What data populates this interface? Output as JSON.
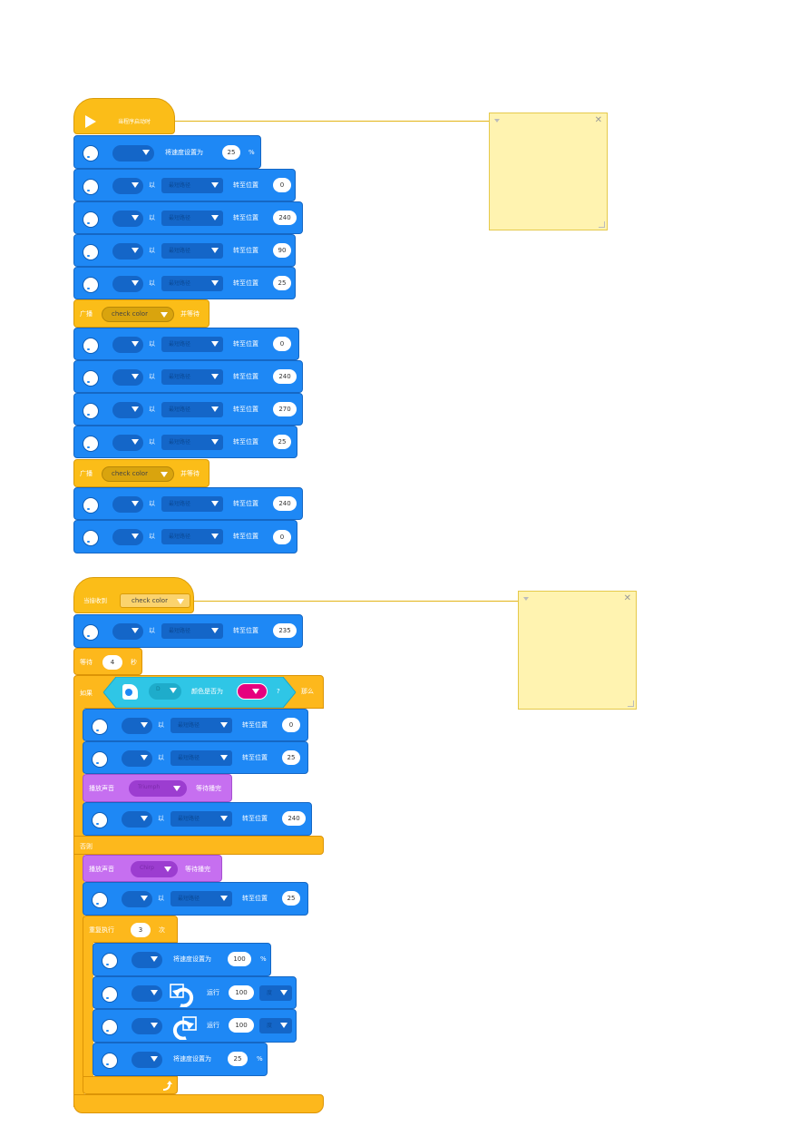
{
  "labels": {
    "when_start": "当程序启动时",
    "set_speed": "将速度设置为",
    "percent": "%",
    "to": "以",
    "goto_pos": "转至位置",
    "broadcast": "广播",
    "and_wait": "并等待",
    "when_receive": "当接收到",
    "wait": "等待",
    "seconds": "秒",
    "if": "如果",
    "color_is": "颜色是否为",
    "question": "?",
    "then": "那么",
    "else": "否则",
    "play_sound": "播放声音",
    "until_done": "等待播完",
    "repeat": "重复执行",
    "times": "次",
    "run": "运行"
  },
  "dropdowns": {
    "port": "",
    "direction": "最短路径",
    "message": "check color",
    "sensor_port": "D",
    "sound1": "Triumph",
    "sound2": "Chirp",
    "unit": "度"
  },
  "values": {
    "speed_main": "25",
    "pos_1": "0",
    "pos_2": "240",
    "pos_3": "90",
    "pos_4": "25",
    "pos_5": "0",
    "pos_6": "240",
    "pos_7": "270",
    "pos_8": "25",
    "pos_9": "240",
    "pos_10": "0",
    "pos_11": "235",
    "wait_secs": "4",
    "pos_12": "0",
    "pos_13": "25",
    "pos_14": "240",
    "pos_15": "25",
    "repeat_times": "3",
    "speed_r1": "100",
    "run_1": "100",
    "run_2": "100",
    "speed_r2": "25"
  },
  "colors": {
    "motor": "#1e88f5",
    "event": "#fbbd18",
    "control": "#fdb81c",
    "sound": "#c66ff0",
    "sensor": "#2fc6e6",
    "color_magenta": "#e6007e",
    "note": "#fff3b0"
  },
  "icons": [
    "motor-icon",
    "play-icon",
    "dropdown-arrow-icon",
    "color-sensor-icon",
    "rotate-ccw-icon",
    "rotate-cw-icon",
    "loop-arrow-icon",
    "close-icon",
    "resize-icon"
  ]
}
